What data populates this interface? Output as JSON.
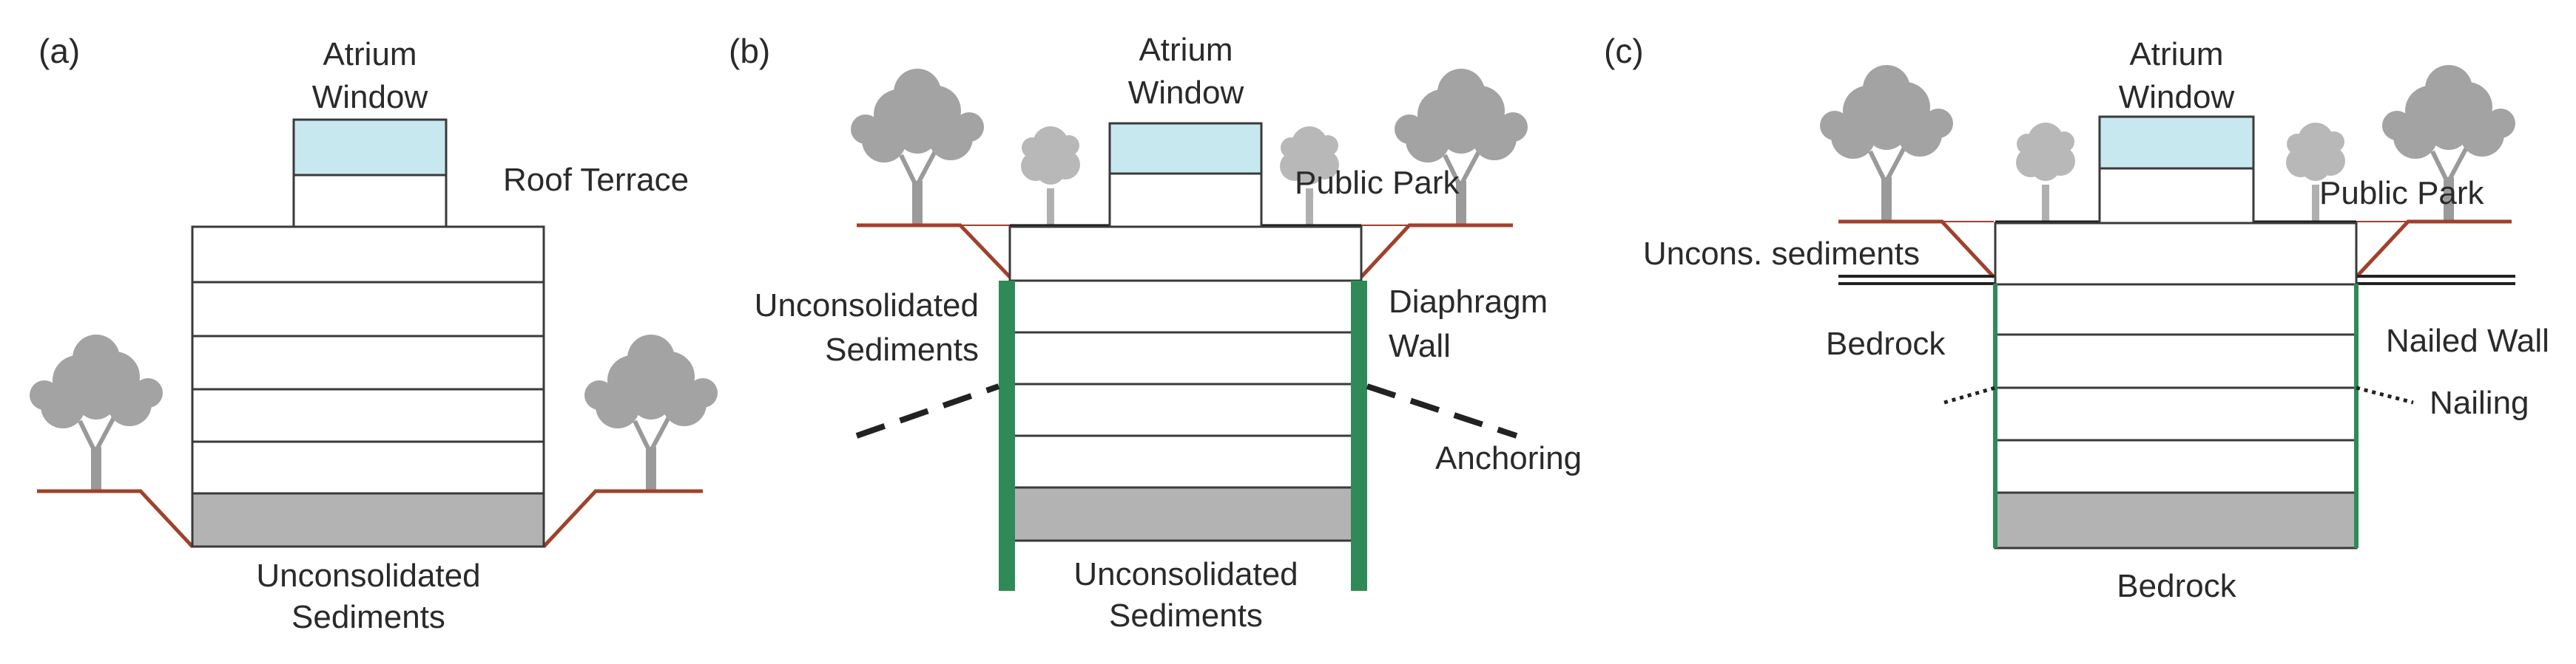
{
  "panels": [
    {
      "id": "a",
      "label": "(a)",
      "labels": {
        "atrium_line1": "Atrium",
        "atrium_line2": "Window",
        "roof_terrace": "Roof Terrace",
        "bottom_line1": "Unconsolidated",
        "bottom_line2": "Sediments"
      }
    },
    {
      "id": "b",
      "label": "(b)",
      "labels": {
        "atrium_line1": "Atrium",
        "atrium_line2": "Window",
        "public_park": "Public Park",
        "left_line1": "Unconsolidated",
        "left_line2": "Sediments",
        "right_line1": "Diaphragm",
        "right_line2": "Wall",
        "anchoring": "Anchoring",
        "bottom_line1": "Unconsolidated",
        "bottom_line2": "Sediments"
      }
    },
    {
      "id": "c",
      "label": "(c)",
      "labels": {
        "atrium_line1": "Atrium",
        "atrium_line2": "Window",
        "public_park": "Public Park",
        "uncons": "Uncons. sediments",
        "bedrock_left": "Bedrock",
        "nailed_wall": "Nailed Wall",
        "nailing": "Nailing",
        "bedrock_bottom": "Bedrock"
      }
    }
  ],
  "colors": {
    "ground": "#a0412c",
    "wall": "#2e8b57",
    "atrium": "#c8e8f0",
    "basement": "#b3b3b3",
    "outline": "#3a3a3a",
    "tree": "#9a9a9a"
  }
}
